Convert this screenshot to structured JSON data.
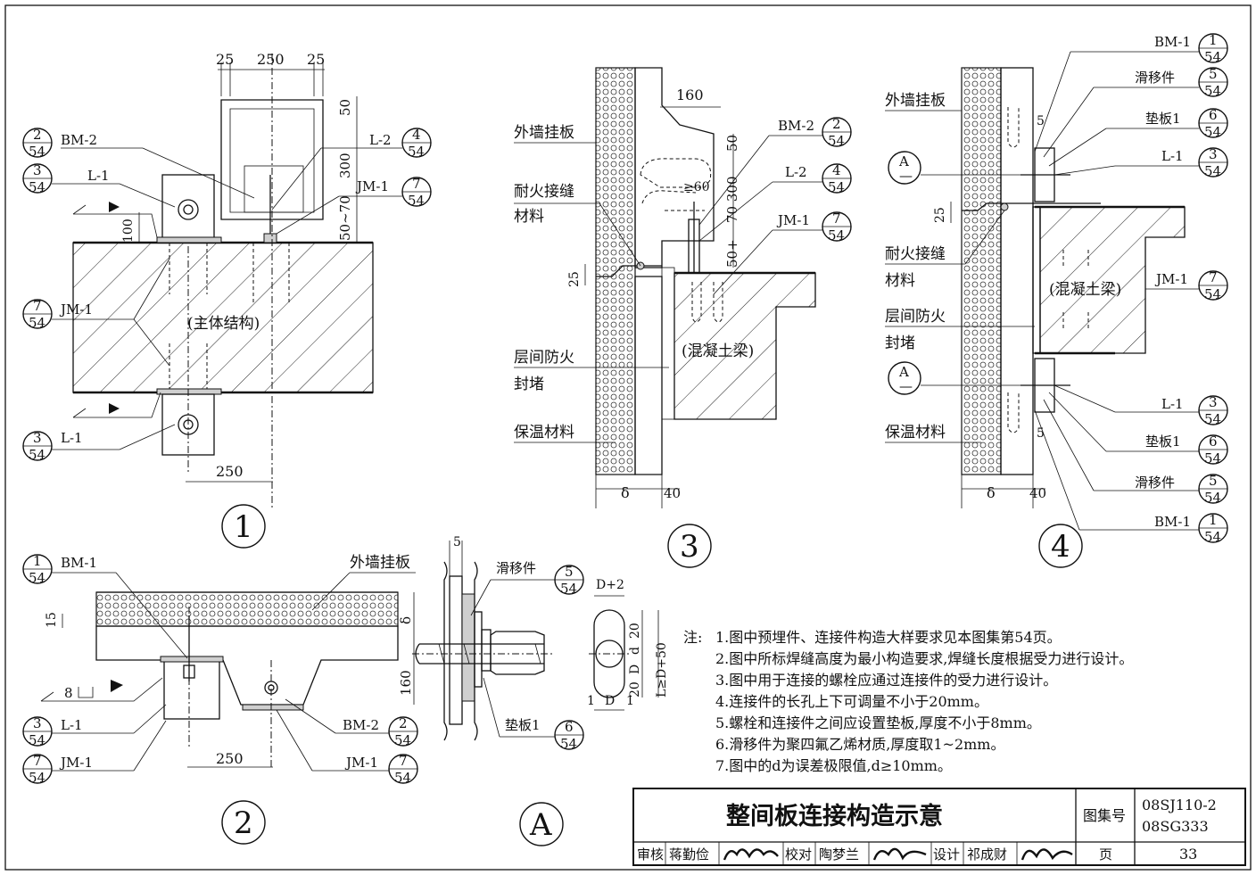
{
  "refs": {
    "bm1_1": {
      "label": "BM-1",
      "num": "1",
      "page": "54"
    },
    "bm2_2": {
      "label": "BM-2",
      "num": "2",
      "page": "54"
    },
    "l1_3": {
      "label": "L-1",
      "num": "3",
      "page": "54"
    },
    "l2_4": {
      "label": "L-2",
      "num": "4",
      "page": "54"
    },
    "jm1_7": {
      "label": "JM-1",
      "num": "7",
      "page": "54"
    },
    "slide_5": {
      "label": "滑移件",
      "num": "5",
      "page": "54"
    },
    "pad_6": {
      "label": "垫板1",
      "num": "6",
      "page": "54"
    }
  },
  "detail_numbers": {
    "d1": "1",
    "d2": "2",
    "d3": "3",
    "d4": "4",
    "dA": "A"
  },
  "section_mark": {
    "letter": "A",
    "line": "—"
  },
  "labels": {
    "main_structure": "(主体结构)",
    "concrete_beam": "(混凝土梁)",
    "outer_panel": "外墙挂板",
    "fire_joint_1": "耐火接缝",
    "fire_joint_2": "材料",
    "floor_fire_1": "层间防火",
    "floor_fire_2": "封堵",
    "insulation": "保温材料"
  },
  "dims": {
    "d25": "25",
    "d250": "250",
    "d50": "50",
    "d300": "300",
    "d50_70": "50~70",
    "d100": "100",
    "d160": "160",
    "d60": "≥60",
    "d70_300": "70 300",
    "d50_plus": "50+",
    "d40": "40",
    "delta": "δ",
    "d5": "5",
    "d15": "15",
    "d8": "8",
    "dD2": "D+2",
    "dD": "D",
    "dd": "d",
    "d20": "20",
    "d1": "1",
    "dLD": "L≥D+50"
  },
  "notes": {
    "head": "注:",
    "items": [
      "1.图中预埋件、连接件构造大样要求见本图集第54页。",
      "2.图中所标焊缝高度为最小构造要求,焊缝长度根据受力进行设计。",
      "3.图中用于连接的螺栓应通过连接件的受力进行设计。",
      "4.连接件的长孔上下可调量不小于20mm。",
      "5.螺栓和连接件之间应设置垫板,厚度不小于8mm。",
      "6.滑移件为聚四氟乙烯材质,厚度取1~2mm。",
      "7.图中的d为误差极限值,d≥10mm。"
    ]
  },
  "title_block": {
    "title": "整间板连接构造示意",
    "atlas_label": "图集号",
    "atlas_no_1": "08SJ110-2",
    "atlas_no_2": "08SG333",
    "review_label": "审核",
    "reviewer": "蒋勤俭",
    "check_label": "校对",
    "checker": "陶梦兰",
    "design_label": "设计",
    "designer": "祁成财",
    "page_label": "页",
    "page_no": "33"
  },
  "colors": {
    "line": "#111111",
    "bg": "#ffffff",
    "fill": "#cfcfcf"
  }
}
